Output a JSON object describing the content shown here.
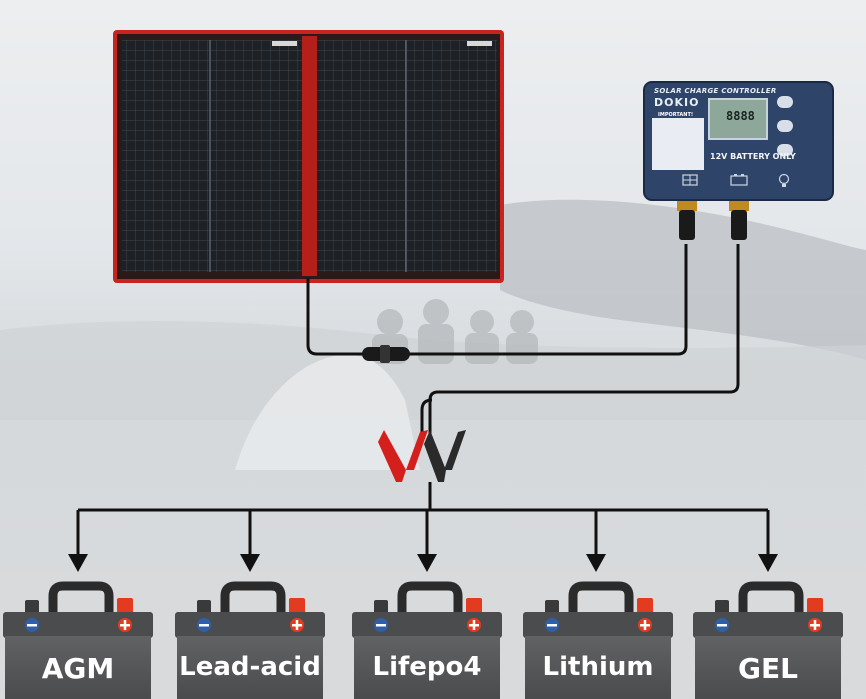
{
  "controller": {
    "title": "SOLAR CHARGE CONTROLLER",
    "brand": "DOKIO",
    "important_label": "IMPORTANT!",
    "battery_note": "12V BATTERY ONLY",
    "lcd_digits": "8888"
  },
  "batteries": [
    {
      "label": "AGM"
    },
    {
      "label": "Lead-acid"
    },
    {
      "label": "Lifepo4"
    },
    {
      "label": "Lithium"
    },
    {
      "label": "GEL"
    }
  ],
  "colors": {
    "panel_frame": "#c8231e",
    "panel_cell": "#1d2126",
    "controller_body": "#2e4468",
    "battery_body": "#555658",
    "wire": "#111111",
    "clamp_red": "#d3201c",
    "clamp_black": "#2a2a2a",
    "terminal_red": "#e23b1f",
    "terminal_blue": "#2f5fa8"
  }
}
